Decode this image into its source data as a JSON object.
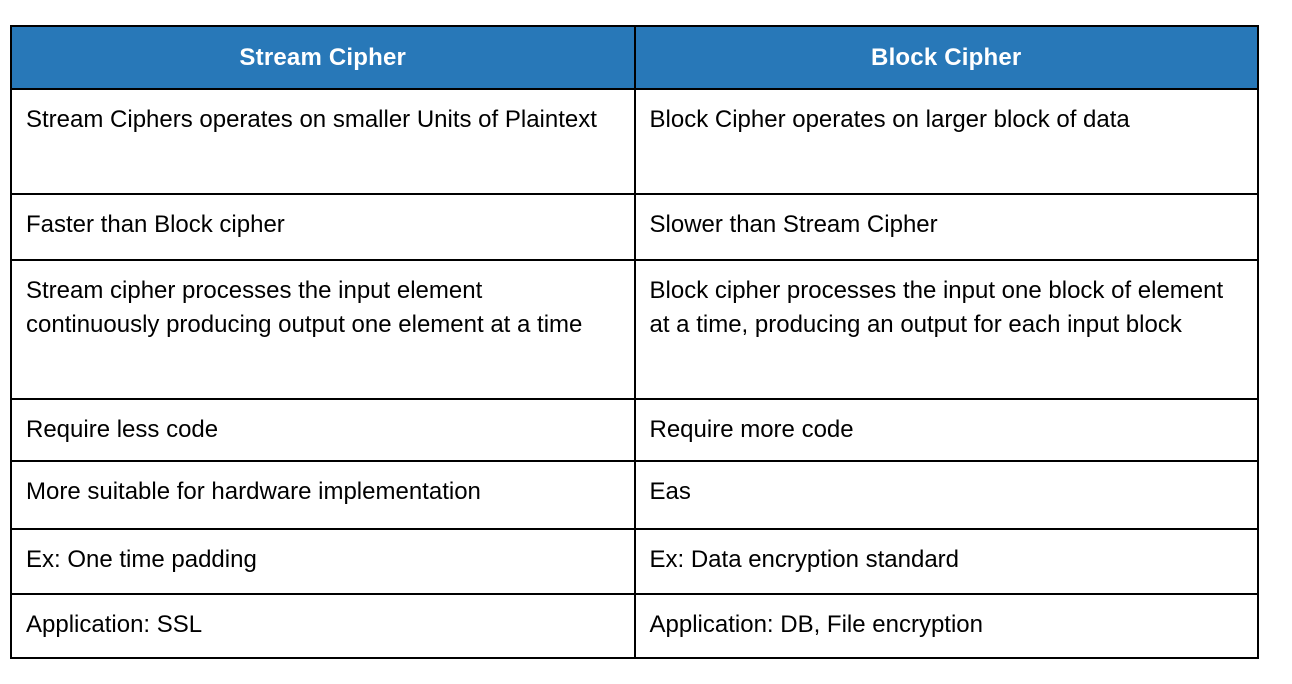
{
  "page": {
    "background_color": "#ffffff",
    "text_color": "#000000"
  },
  "table": {
    "header_bg_color": "#2878b8",
    "header_text_color": "#ffffff",
    "border_color": "#000000",
    "columns": [
      {
        "label": "Stream Cipher"
      },
      {
        "label": "Block Cipher"
      }
    ],
    "rows": [
      [
        "Stream Ciphers operates on smaller Units of Plaintext",
        "Block Cipher operates on larger block of data"
      ],
      [
        "Faster than Block cipher",
        "Slower than Stream Cipher"
      ],
      [
        "Stream cipher processes the input element continuously producing output one element at a time",
        "Block cipher processes the input one block of element at a time, producing an output for each input block"
      ],
      [
        "Require less code",
        "Require more code"
      ],
      [
        "More suitable for hardware implementation",
        "Eas"
      ],
      [
        "Ex: One time padding",
        "Ex: Data encryption standard"
      ],
      [
        "Application: SSL",
        "Application: DB, File encryption"
      ]
    ]
  }
}
